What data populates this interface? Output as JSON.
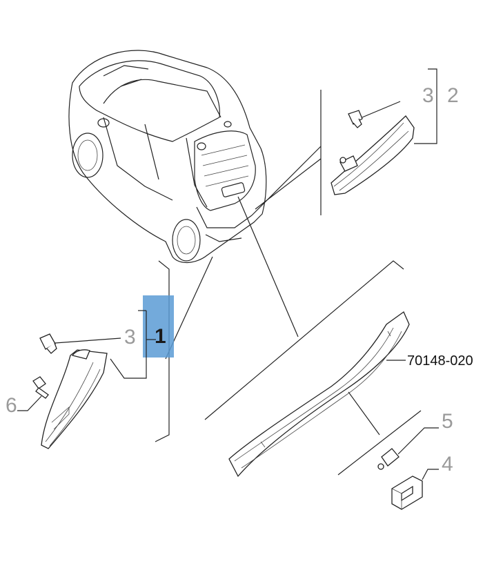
{
  "callouts": {
    "top_bulb": "3",
    "top_lamp": "2",
    "left_bulb": "3",
    "left_lamp": "1",
    "screw": "6",
    "strip": "70148-020",
    "small_bulb": "5",
    "plate_lamp": "4"
  },
  "colors": {
    "highlight": "#5b9bd5",
    "line": "#222222",
    "callout_grey": "#9a9a9a"
  }
}
